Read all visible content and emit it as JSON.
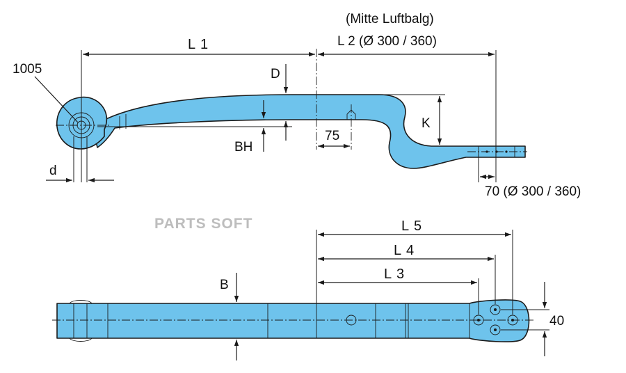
{
  "labels": {
    "bushing_ref": "1005",
    "eye_d": "d",
    "length_1": "L 1",
    "length_2": "L 2 (Ø 300 / 360)",
    "air_bag_center": "(Mitte Luftbalg)",
    "thickness_d": "D",
    "height_bh": "BH",
    "offset_k": "K",
    "hole_offset": "75",
    "end_width": "70 (Ø 300 / 360)",
    "watermark": "PARTS SOFT",
    "length_5": "L 5",
    "length_4": "L 4",
    "length_3": "L 3",
    "width_b": "B",
    "bolt_spacing": "40"
  },
  "colors": {
    "part_fill": "#6ec3ec",
    "outline": "#1b1b1b",
    "watermark": "#bdbdbd"
  }
}
